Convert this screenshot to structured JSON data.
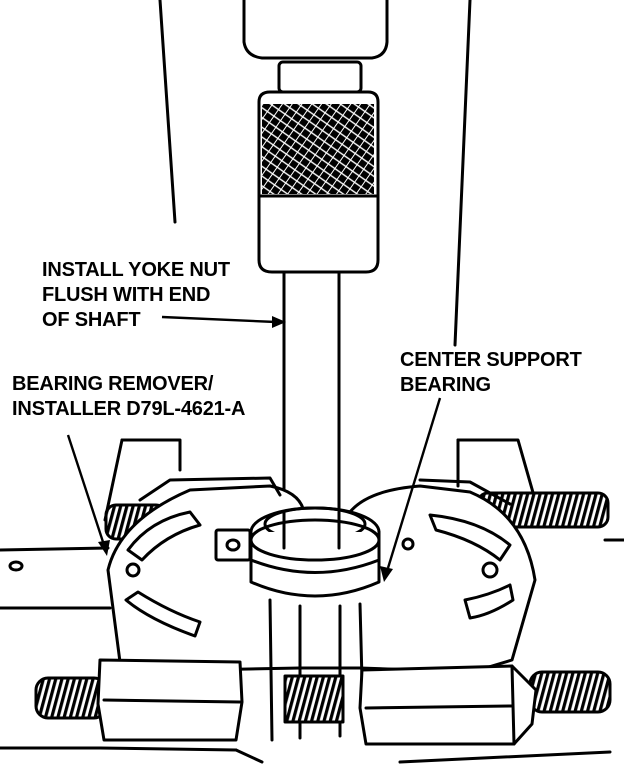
{
  "callouts": {
    "yoke_nut": {
      "line1": "INSTALL YOKE NUT",
      "line2": "FLUSH WITH END",
      "line3": "OF SHAFT"
    },
    "bearing_tool": {
      "line1": "BEARING REMOVER/",
      "line2": "INSTALLER D79L-4621-A"
    },
    "center_bearing": {
      "line1": "CENTER SUPPORT",
      "line2": "BEARING"
    }
  },
  "colors": {
    "ink": "#000000",
    "paper": "#ffffff"
  }
}
